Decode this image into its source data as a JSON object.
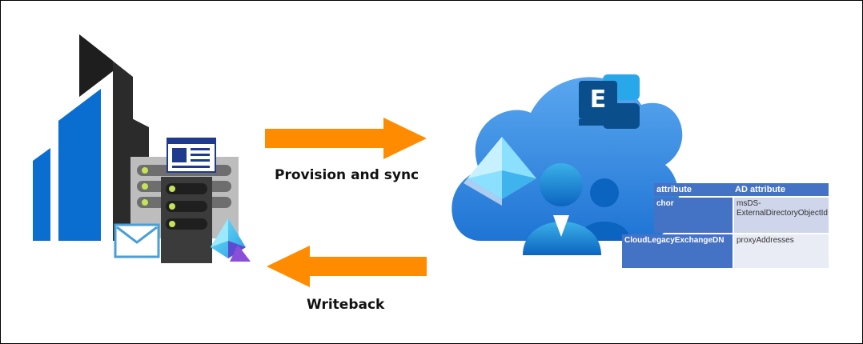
{
  "labels": {
    "provision": "Provision and sync",
    "writeback": "Writeback"
  },
  "exchange_icon": {
    "letter": "E"
  },
  "attribute_table": {
    "headers": [
      "attribute",
      "AD attribute"
    ],
    "rows": [
      {
        "cloud": "chor",
        "ad": "msDS-ExternalDirectoryObjectId"
      },
      {
        "cloud": "CloudLegacyExchangeDN",
        "ad": "proxyAddresses"
      }
    ]
  },
  "colors": {
    "arrow": "#ff8c00",
    "cloud": "#3a8ee6",
    "building": "#0a6ed1",
    "building_dark": "#2b2b2b",
    "table_header": "#4472c4",
    "exchange_dark": "#0a4f8c",
    "exchange_light": "#28a8ea"
  }
}
